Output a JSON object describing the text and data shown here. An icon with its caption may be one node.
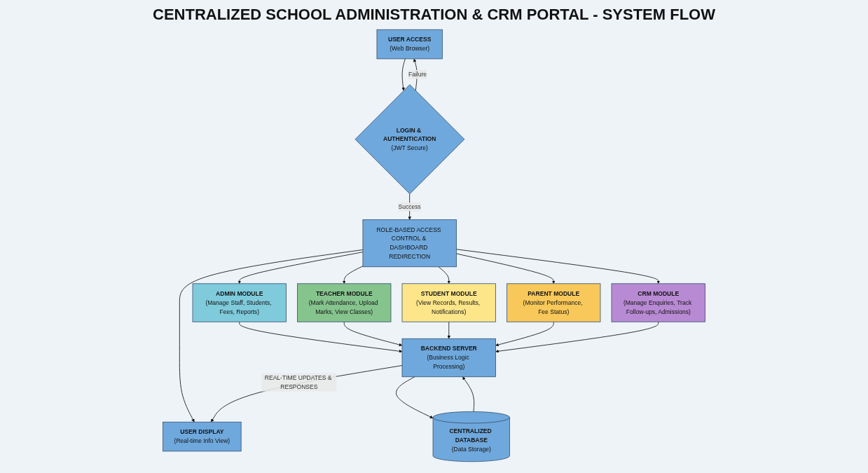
{
  "diagram": {
    "title": "CENTRALIZED SCHOOL ADMINISTRATION & CRM PORTAL - SYSTEM FLOW",
    "nodes": [
      {
        "text": [
          "USER ACCESS",
          "(Web Browser)"
        ]
      },
      {
        "text": [
          "USER DISPLAY",
          "(Real-time Info View)"
        ]
      },
      {
        "text": [
          "LOGIN & AUTHENTICATION",
          "(JWT Secure)"
        ]
      },
      {
        "text": [
          "ROLE-BASED ACCESS CONTROL & DASHBOARD REDIRECTION"
        ]
      },
      {
        "text": [
          "ADMIN MODULE",
          "(Manage Staff, Students, Fees, Reports)"
        ]
      },
      {
        "text": [
          "TEACHER MODULE",
          "(Mark Attendance, Upload Marks, View Classes)"
        ]
      },
      {
        "text": [
          "STUDENT MODULE",
          "(View Records, Results, Notifications)"
        ]
      },
      {
        "text": [
          "PARENT MODULE",
          "(Monitor Performance, Fee Status)"
        ]
      },
      {
        "text": [
          "CRM MODULE",
          "(Manage Enquiries, Track Follow-ups, Admissions)"
        ]
      },
      {
        "text": [
          "BACKEND SERVER",
          "(Business Logic Processing)"
        ]
      },
      {
        "text": [
          "CENTRALIZED DATABASE",
          "(Data Storage)"
        ]
      }
    ],
    "edges": [
      {
        "from": 0,
        "to": 2,
        "arrow": "to"
      },
      {
        "from": 2,
        "to": 0,
        "arrow": "to",
        "label": "Failure"
      },
      {
        "from": 2,
        "to": 3,
        "arrow": "to",
        "label": "Success"
      },
      {
        "from": 3,
        "to": 1,
        "arrow": "to"
      },
      {
        "from": 3,
        "to": 4,
        "arrow": "to"
      },
      {
        "from": 3,
        "to": 5,
        "arrow": "to"
      },
      {
        "from": 3,
        "to": 6,
        "arrow": "to"
      },
      {
        "from": 3,
        "to": 7,
        "arrow": "to"
      },
      {
        "from": 3,
        "to": 8,
        "arrow": "to"
      },
      {
        "from": 4,
        "to": 9,
        "arrow": "to"
      },
      {
        "from": 5,
        "to": 9,
        "arrow": "to"
      },
      {
        "from": 6,
        "to": 9,
        "arrow": "to"
      },
      {
        "from": 7,
        "to": 9,
        "arrow": "to"
      },
      {
        "from": 8,
        "to": 9,
        "arrow": "to"
      },
      {
        "from": 9,
        "to": 10,
        "arrow": "to"
      },
      {
        "from": 10,
        "to": 9,
        "arrow": "to"
      },
      {
        "from": 9,
        "to": 1,
        "arrow": "to",
        "label": "REAL-TIME UPDATES & RESPONSES"
      }
    ]
  }
}
